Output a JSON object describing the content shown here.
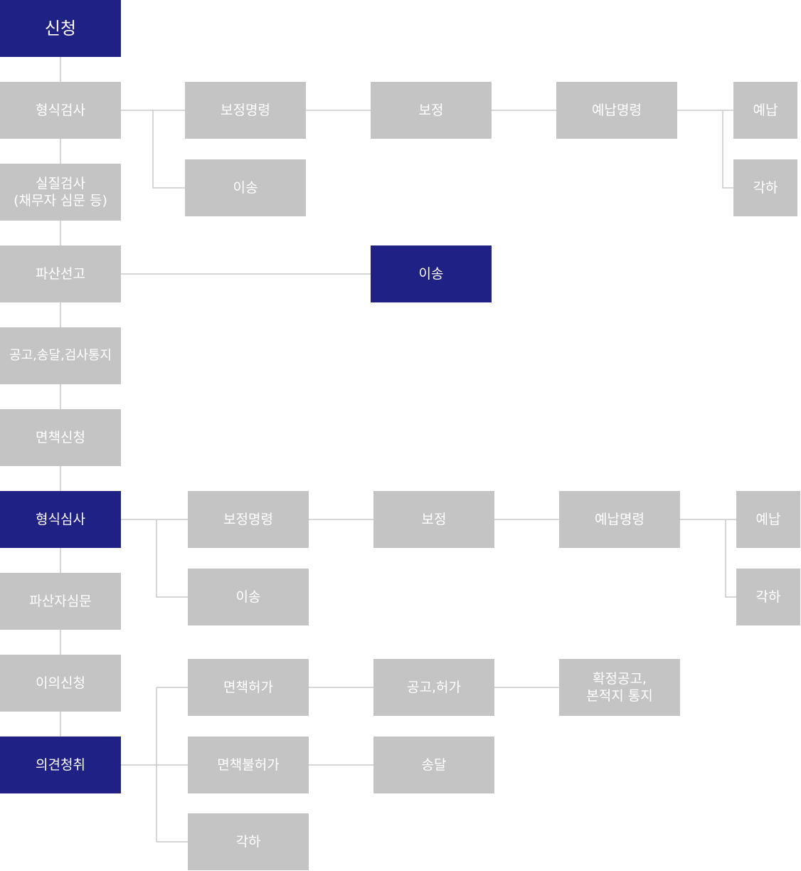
{
  "colors": {
    "gray": "#c4c4c4",
    "navy": "#1f2185",
    "line": "#c8c8c8",
    "text": "#ffffff"
  },
  "main": {
    "apply": "신청",
    "formal_exam": "형식검사",
    "substantive_exam": "실질검사\n(채무자 심문 등)",
    "bankruptcy_declaration": "파산선고",
    "notice": "공고,송달,검사통지",
    "discharge_application": "면책신청",
    "formal_review": "형식심사",
    "bankrupt_hearing": "파산자심문",
    "objection": "이의신청",
    "opinion": "의견청취"
  },
  "branch1": {
    "correction_order": "보정명령",
    "correction": "보정",
    "prepay_order": "예납명령",
    "prepay": "예납",
    "transfer": "이송",
    "dismissal": "각하"
  },
  "branch2": {
    "transfer": "이송"
  },
  "branch3": {
    "correction_order": "보정명령",
    "correction": "보정",
    "prepay_order": "예납명령",
    "prepay": "예납",
    "transfer": "이송",
    "dismissal": "각하"
  },
  "branch4": {
    "discharge_granted": "면책허가",
    "notice_granted": "공고,허가",
    "final_notice": "확정공고,\n본적지 통지",
    "discharge_denied": "면책불허가",
    "delivery": "송달",
    "dismissal": "각하"
  }
}
